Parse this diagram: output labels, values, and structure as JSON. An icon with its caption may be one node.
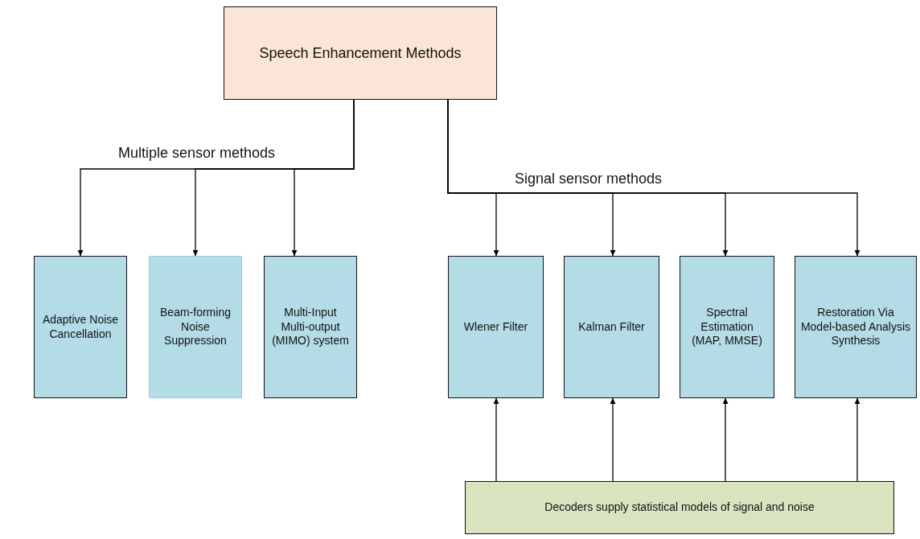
{
  "diagram": {
    "nodes": [
      {
        "text": [
          "Speech Enhancement Methods"
        ]
      },
      {
        "text": [
          "Adaptive Noise Cancellation"
        ]
      },
      {
        "text": [
          "Beam-forming Noise Suppression"
        ]
      },
      {
        "text": [
          "Multi-Input Multi-output (MIMO) system"
        ]
      },
      {
        "text": [
          "Wlener Filter"
        ]
      },
      {
        "text": [
          "Kalman Filter"
        ]
      },
      {
        "text": [
          "Spectral Estimation (MAP, MMSE)"
        ]
      },
      {
        "text": [
          "Restoration Via Model-based Analysis Synthesis"
        ]
      },
      {
        "text": [
          "Decoders supply statistical models of signal and noise"
        ]
      }
    ],
    "edges": [
      {
        "from": 0,
        "to": 1,
        "arrow": "to"
      },
      {
        "from": 0,
        "to": 2,
        "arrow": "to"
      },
      {
        "from": 0,
        "to": 3,
        "arrow": "to"
      },
      {
        "from": 0,
        "to": 4,
        "arrow": "to"
      },
      {
        "from": 0,
        "to": 5,
        "arrow": "to"
      },
      {
        "from": 0,
        "to": 6,
        "arrow": "to"
      },
      {
        "from": 0,
        "to": 7,
        "arrow": "to"
      },
      {
        "from": 8,
        "to": 4,
        "arrow": "to"
      },
      {
        "from": 8,
        "to": 5,
        "arrow": "to"
      },
      {
        "from": 8,
        "to": 6,
        "arrow": "to"
      },
      {
        "from": 8,
        "to": 7,
        "arrow": "to"
      }
    ],
    "labels": [
      "Multiple sensor methods",
      "Signal sensor methods"
    ]
  }
}
